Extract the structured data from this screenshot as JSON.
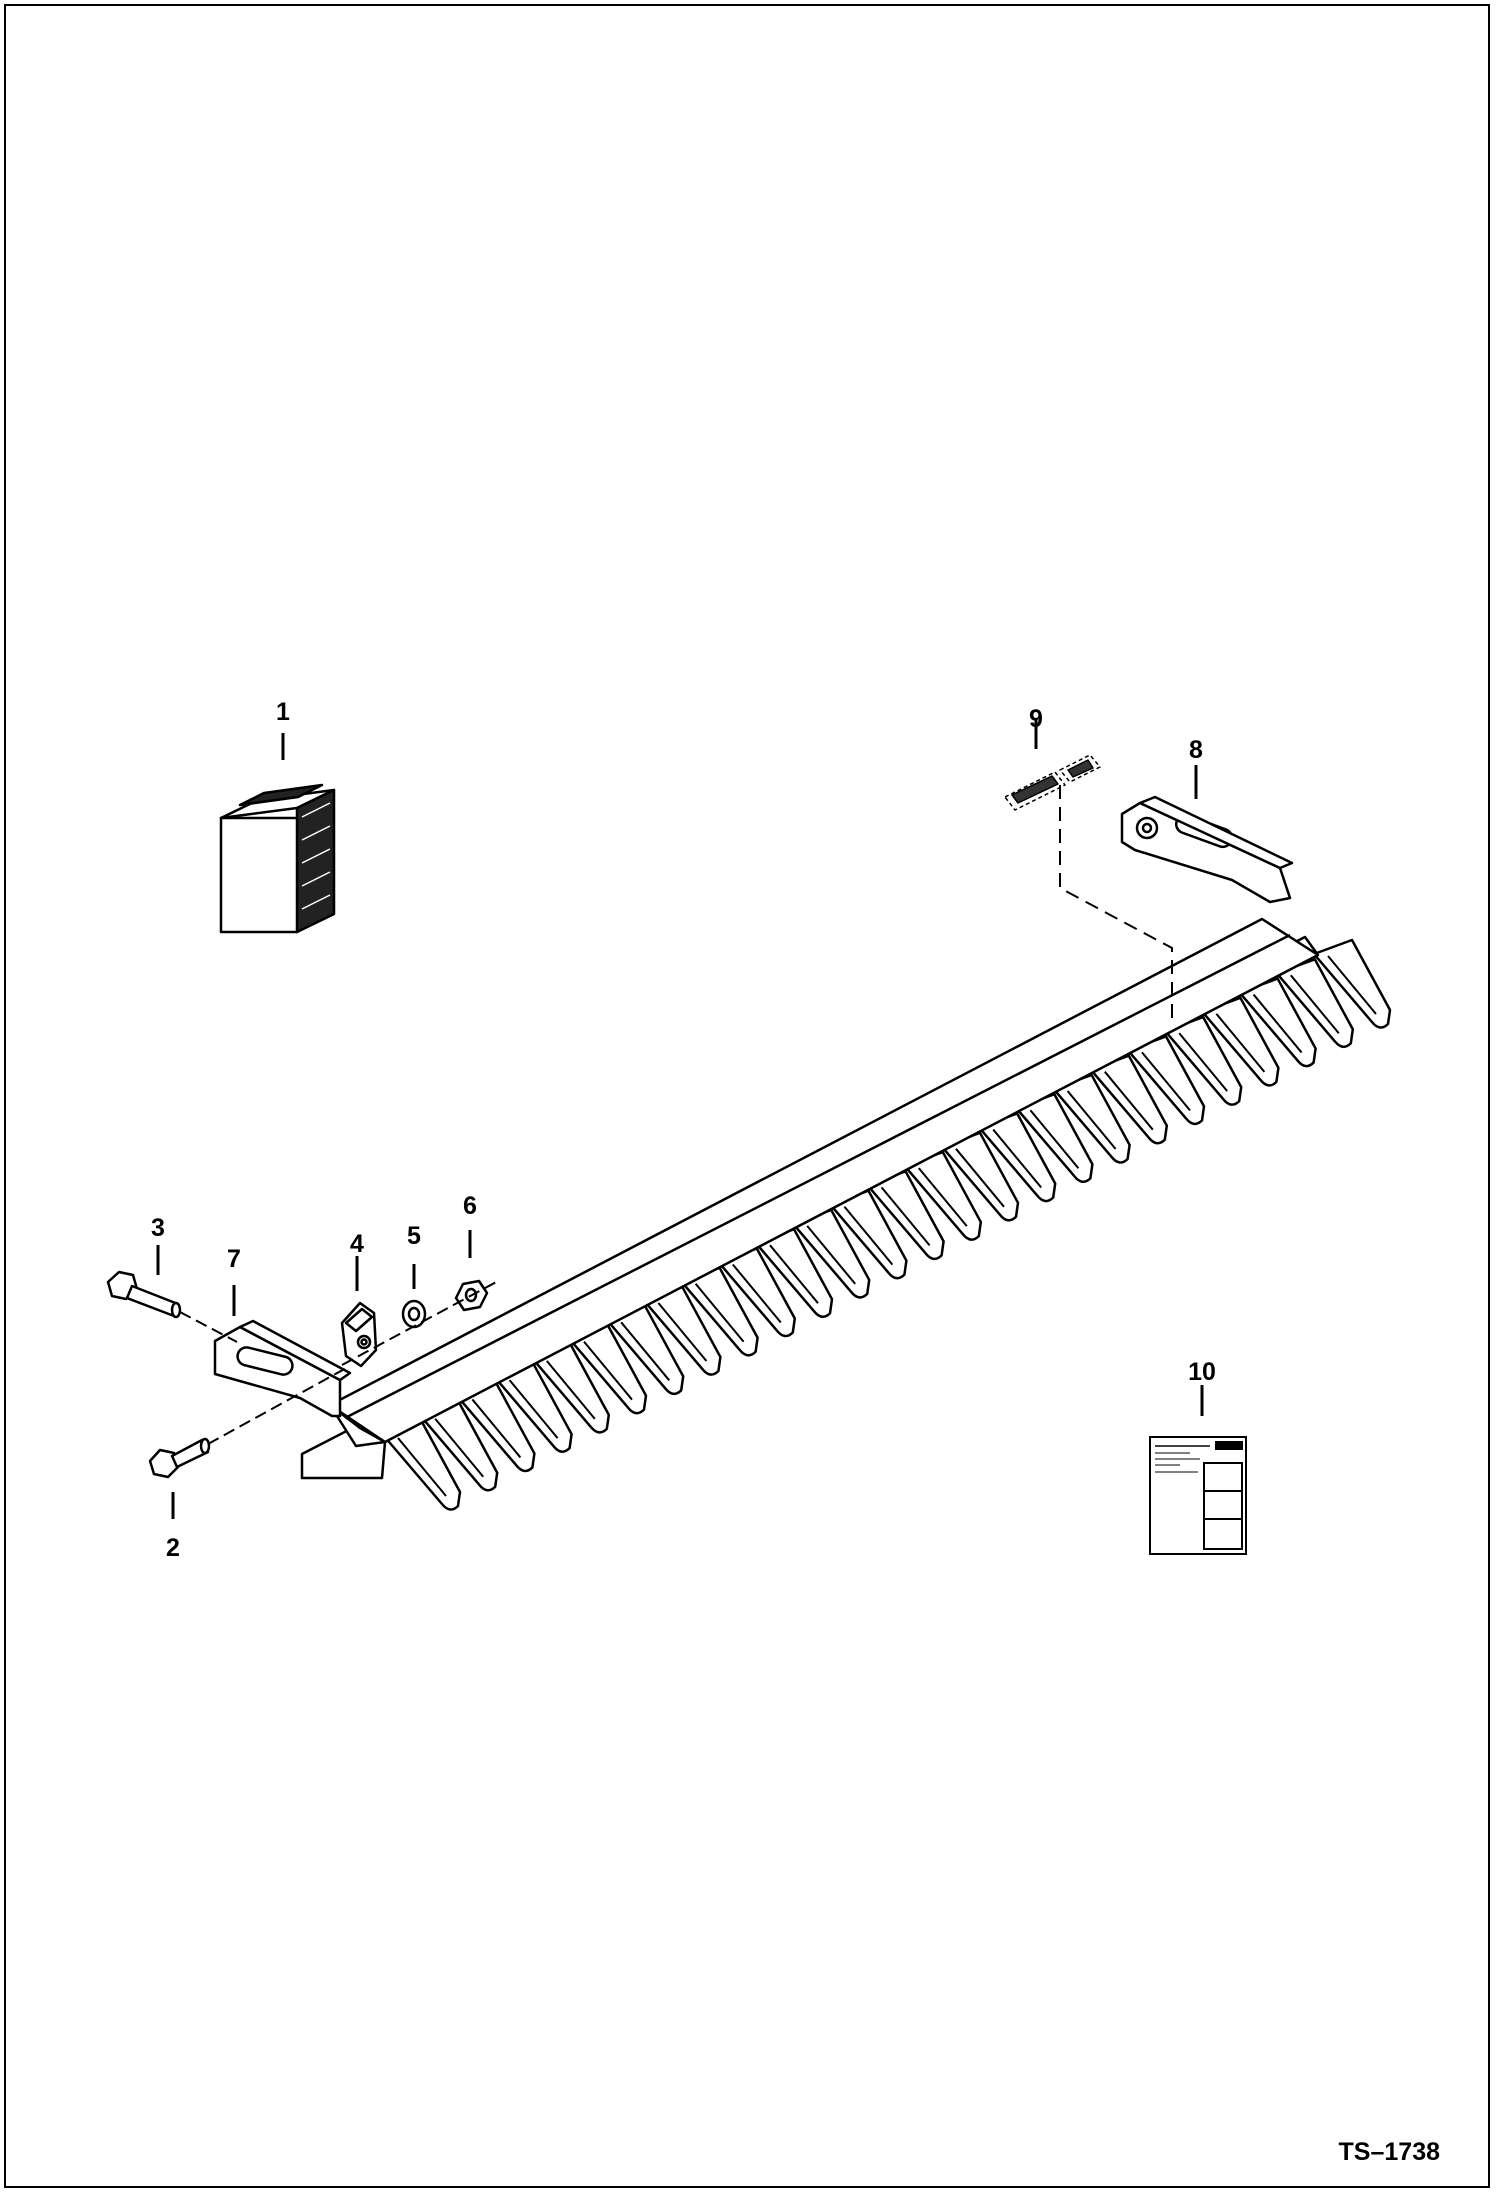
{
  "diagram": {
    "callouts": {
      "c1": "1",
      "c2": "2",
      "c3": "3",
      "c4": "4",
      "c5": "5",
      "c6": "6",
      "c7": "7",
      "c8": "8",
      "c9": "9",
      "c10": "10"
    },
    "drawing_code": "TS–1738"
  }
}
